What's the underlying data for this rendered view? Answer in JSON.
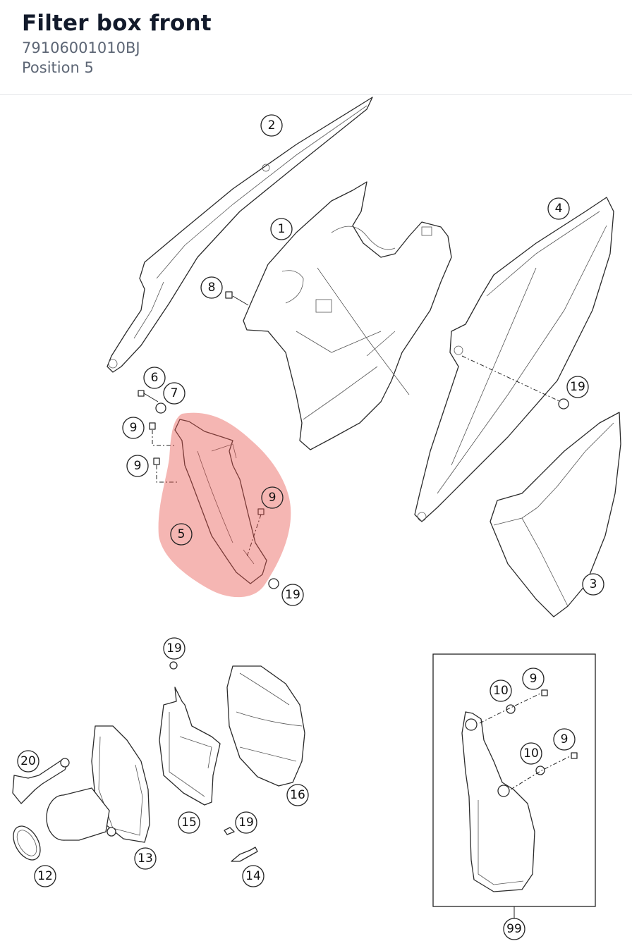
{
  "header": {
    "title": "Filter box front",
    "part_number": "79106001010BJ",
    "position": "Position 5"
  },
  "diagram": {
    "highlighted_position": "5",
    "highlight_color": "#e8504a",
    "callouts": {
      "c1": "1",
      "c2": "2",
      "c3": "3",
      "c4": "4",
      "c5": "5",
      "c6": "6",
      "c7": "7",
      "c8": "8",
      "c9a": "9",
      "c9b": "9",
      "c9c": "9",
      "c9d": "9",
      "c9e": "9",
      "c10a": "10",
      "c10b": "10",
      "c12": "12",
      "c13": "13",
      "c14": "14",
      "c15": "15",
      "c16": "16",
      "c19a": "19",
      "c19b": "19",
      "c19c": "19",
      "c19d": "19",
      "c20": "20",
      "c99": "99"
    }
  }
}
